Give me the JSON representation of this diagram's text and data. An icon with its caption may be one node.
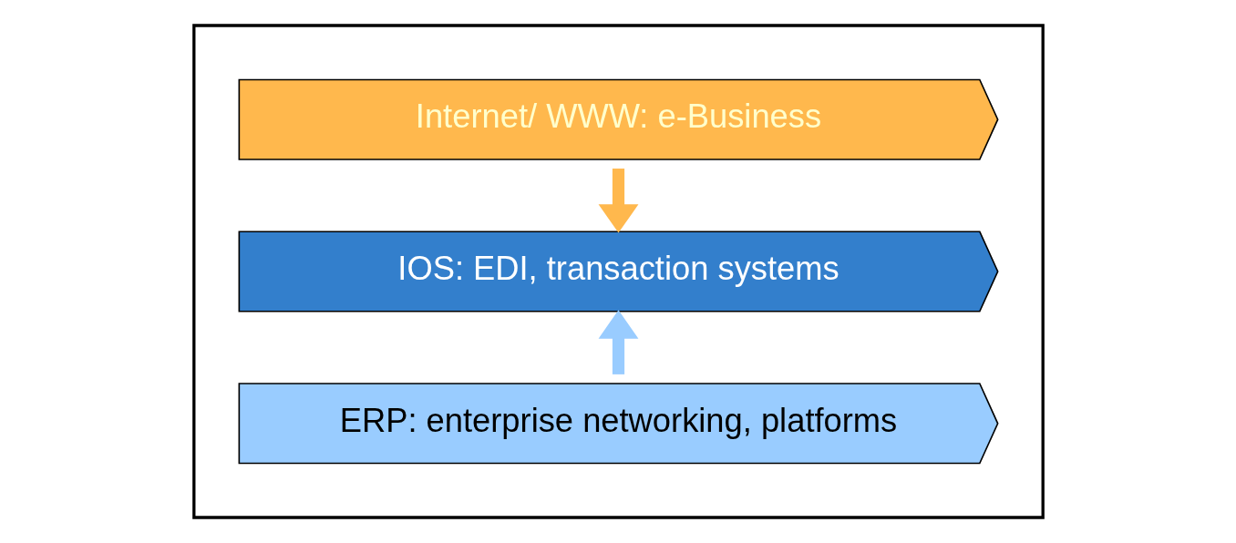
{
  "diagram": {
    "nodes": [
      {
        "text": [],
        "shape": "pentagon"
      },
      {
        "text": [
          "Internet/ WWW: e-Business"
        ],
        "in": 0
      },
      {
        "text": [
          "IOS: EDI, transaction systems"
        ],
        "in": 0
      },
      {
        "text": [
          "ERP: enterprise networking, platforms"
        ],
        "in": 0
      }
    ],
    "edges": [
      {
        "from": 1,
        "to": 2,
        "arrow": "to",
        "color": "#ffb84d"
      },
      {
        "from": 3,
        "to": 2,
        "arrow": "to",
        "color": "#99ccff"
      }
    ]
  }
}
